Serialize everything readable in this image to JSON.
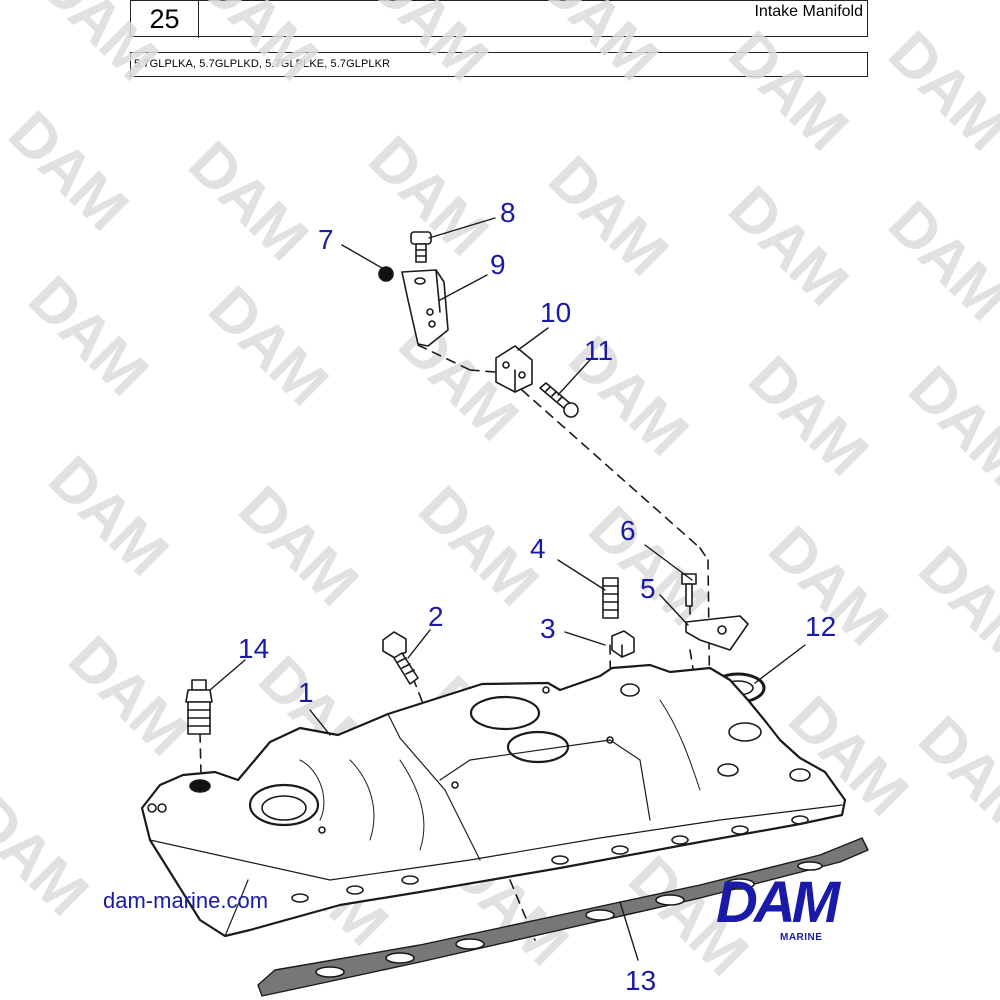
{
  "header": {
    "page_number": "25",
    "title": "Intake Manifold",
    "models": "5.7GLPLKA, 5.7GLPLKD, 5.7GLPLKE, 5.7GLPLKR"
  },
  "watermark": "DAM",
  "callouts": {
    "c1": "1",
    "c2": "2",
    "c3": "3",
    "c4": "4",
    "c5": "5",
    "c6": "6",
    "c7": "7",
    "c8": "8",
    "c9": "9",
    "c10": "10",
    "c11": "11",
    "c12": "12",
    "c13": "13",
    "c14": "14"
  },
  "footer": {
    "website": "dam-marine.com",
    "brand_logo": "DAM",
    "brand_subtitle": "MARINE"
  },
  "colors": {
    "callout_blue": "#1a1aa8",
    "line_art": "#1a1a1a",
    "watermark_gray": "#dcdcdc"
  }
}
